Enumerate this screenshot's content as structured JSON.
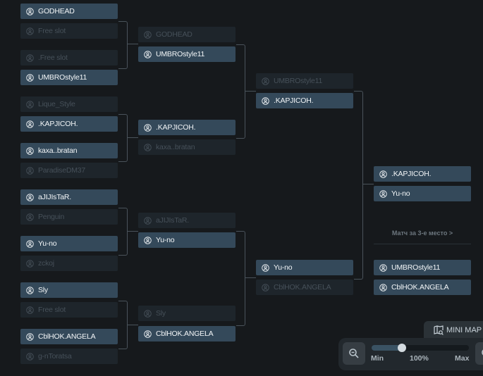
{
  "bracket": {
    "rounds": [
      {
        "slots": [
          {
            "name": "GODHEAD",
            "active": true
          },
          {
            "name": "Free slot",
            "active": false
          },
          {
            "name": ".Free slot",
            "active": false
          },
          {
            "name": "UMBROstyle11",
            "active": true
          },
          {
            "name": "Lique_Style",
            "active": false
          },
          {
            "name": ".KAPJICOH.",
            "active": true
          },
          {
            "name": "kaxa..bratan",
            "active": true
          },
          {
            "name": "ParadiseDM37",
            "active": false
          },
          {
            "name": "aJIJIsTaR.",
            "active": true
          },
          {
            "name": "Penguin",
            "active": false
          },
          {
            "name": "Yu-no",
            "active": true
          },
          {
            "name": "zckoj",
            "active": false
          },
          {
            "name": "Sly",
            "active": true
          },
          {
            "name": "Free slot",
            "active": false
          },
          {
            "name": "CblHOK.ANGELA",
            "active": true
          },
          {
            "name": "g-nToratsa",
            "active": false
          }
        ]
      },
      {
        "slots": [
          {
            "name": "GODHEAD",
            "active": false
          },
          {
            "name": "UMBROstyle11",
            "active": true
          },
          {
            "name": ".KAPJICOH.",
            "active": true
          },
          {
            "name": "kaxa..bratan",
            "active": false
          },
          {
            "name": "aJIJIsTaR.",
            "active": false
          },
          {
            "name": "Yu-no",
            "active": true
          },
          {
            "name": "Sly",
            "active": false
          },
          {
            "name": "CblHOK.ANGELA",
            "active": true
          }
        ]
      },
      {
        "slots": [
          {
            "name": "UMBROstyle11",
            "active": false
          },
          {
            "name": ".KAPJICOH.",
            "active": true
          },
          {
            "name": "Yu-no",
            "active": true
          },
          {
            "name": "CblHOK.ANGELA",
            "active": false
          }
        ]
      },
      {
        "slots": [
          {
            "name": ".KAPJICOH.",
            "active": true
          },
          {
            "name": "Yu-no",
            "active": true
          }
        ]
      }
    ],
    "third_place": {
      "label": "Матч за 3-е место  >",
      "slots": [
        {
          "name": "UMBROstyle11",
          "active": true
        },
        {
          "name": "CblHOK.ANGELA",
          "active": true
        }
      ]
    }
  },
  "minimap": {
    "label": "MINI MAP"
  },
  "zoom": {
    "min_label": "Min",
    "value_label": "100%",
    "max_label": "Max",
    "value_fraction": 0.31
  }
}
